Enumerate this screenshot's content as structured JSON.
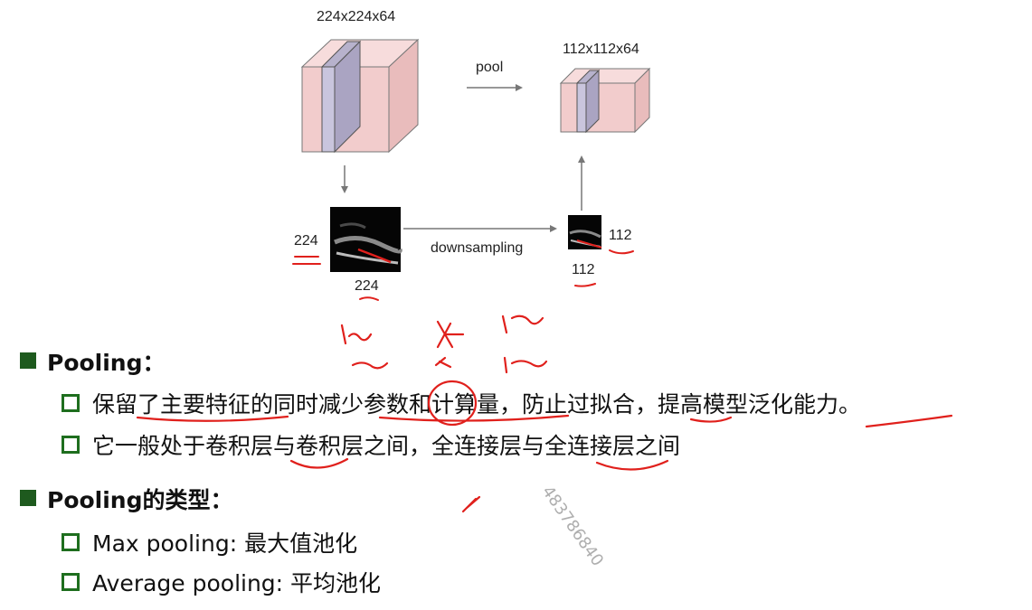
{
  "diagram": {
    "input_volume_label": "224x224x64",
    "output_volume_label": "112x112x64",
    "pool_label": "pool",
    "downsampling_label": "downsampling",
    "input_width_label": "224",
    "input_height_label": "224",
    "output_width_label": "112",
    "output_height_label": "112",
    "volume_color": "#f2cccc",
    "slice_color": "#c9c5dd"
  },
  "bullets": {
    "pooling_heading": "Pooling：",
    "pooling_items": [
      "保留了主要特征的同时减少参数和计算量，防止过拟合，提高模型泛化能力。",
      "它一般处于卷积层与卷积层之间，全连接层与全连接层之间"
    ],
    "types_heading": "Pooling的类型：",
    "types_items": [
      "Max pooling: 最大值池化",
      "Average pooling: 平均池化"
    ],
    "bullet_color": "#1e5a1e"
  },
  "annotations": {
    "ink_color": "#e0201c"
  },
  "watermark": "483786840"
}
